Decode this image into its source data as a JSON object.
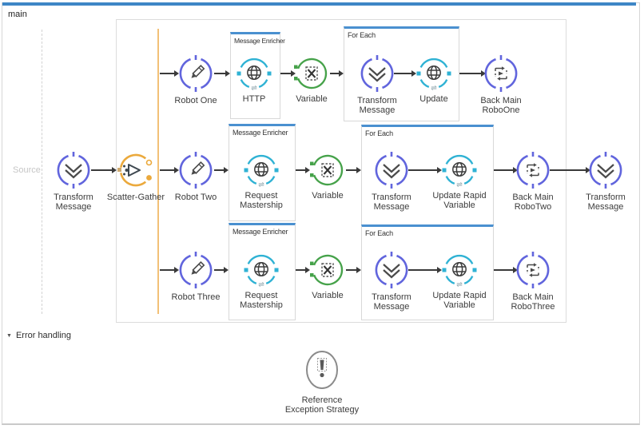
{
  "flow": {
    "title": "main",
    "source_label": "Source",
    "error_handling_label": "Error handling"
  },
  "groups": {
    "message_enricher": "Message Enricher",
    "for_each": "For Each"
  },
  "nodes": {
    "source_tm": "Transform Message",
    "scatter": "Scatter-Gather",
    "robot1": "Robot One",
    "robot2": "Robot Two",
    "robot3": "Robot Three",
    "http": "HTTP",
    "req2": "Request Mastership",
    "req3": "Request Mastership",
    "var1": "Variable",
    "var2": "Variable",
    "var3": "Variable",
    "tm1": "Transform Message",
    "tm2": "Transform Message",
    "tm3": "Transform Message",
    "update1": "Update",
    "urv2": "Update Rapid Variable",
    "urv3": "Update Rapid Variable",
    "back1": "Back Main RoboOne",
    "back2": "Back Main RoboTwo",
    "back3": "Back Main RoboThree",
    "final_tm": "Transform Message",
    "ref_ex": "Reference Exception Strategy"
  },
  "colors": {
    "flow_accent_bar": "#3e86c6",
    "group_accent_bar": "#4a90d0",
    "processor_blue": "#6165dd",
    "connector_cyan": "#2fb2d4",
    "variable_green": "#46a24a",
    "scatter_orange": "#eba93c",
    "exception_gray": "#8b8b8b",
    "arrow_dark": "#3a3a3a",
    "route_line_orange": "#f2c077"
  }
}
